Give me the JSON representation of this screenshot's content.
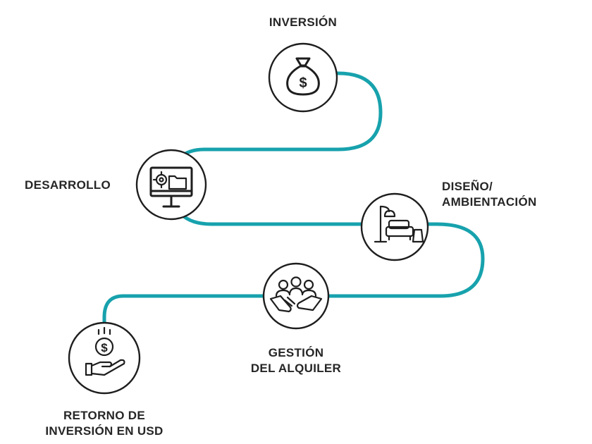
{
  "steps": {
    "inversion": {
      "label": "INVERSIÓN",
      "icon": "money-bag-icon"
    },
    "desarrollo": {
      "label": "DESARROLLO",
      "icon": "computer-gear-icon"
    },
    "diseno": {
      "line1": "DISEÑO/",
      "line2": "AMBIENTACIÓN",
      "icon": "sofa-lamp-icon"
    },
    "gestion": {
      "line1": "GESTIÓN",
      "line2": "DEL ALQUILER",
      "icon": "handshake-people-icon"
    },
    "retorno": {
      "line1": "RETORNO DE",
      "line2": "INVERSIÓN EN USD",
      "icon": "hand-coin-icon"
    }
  },
  "colors": {
    "path": "#17a2ad",
    "outline": "#1e1e1e",
    "text": "#262626"
  },
  "icon_text": {
    "dollar": "$"
  }
}
